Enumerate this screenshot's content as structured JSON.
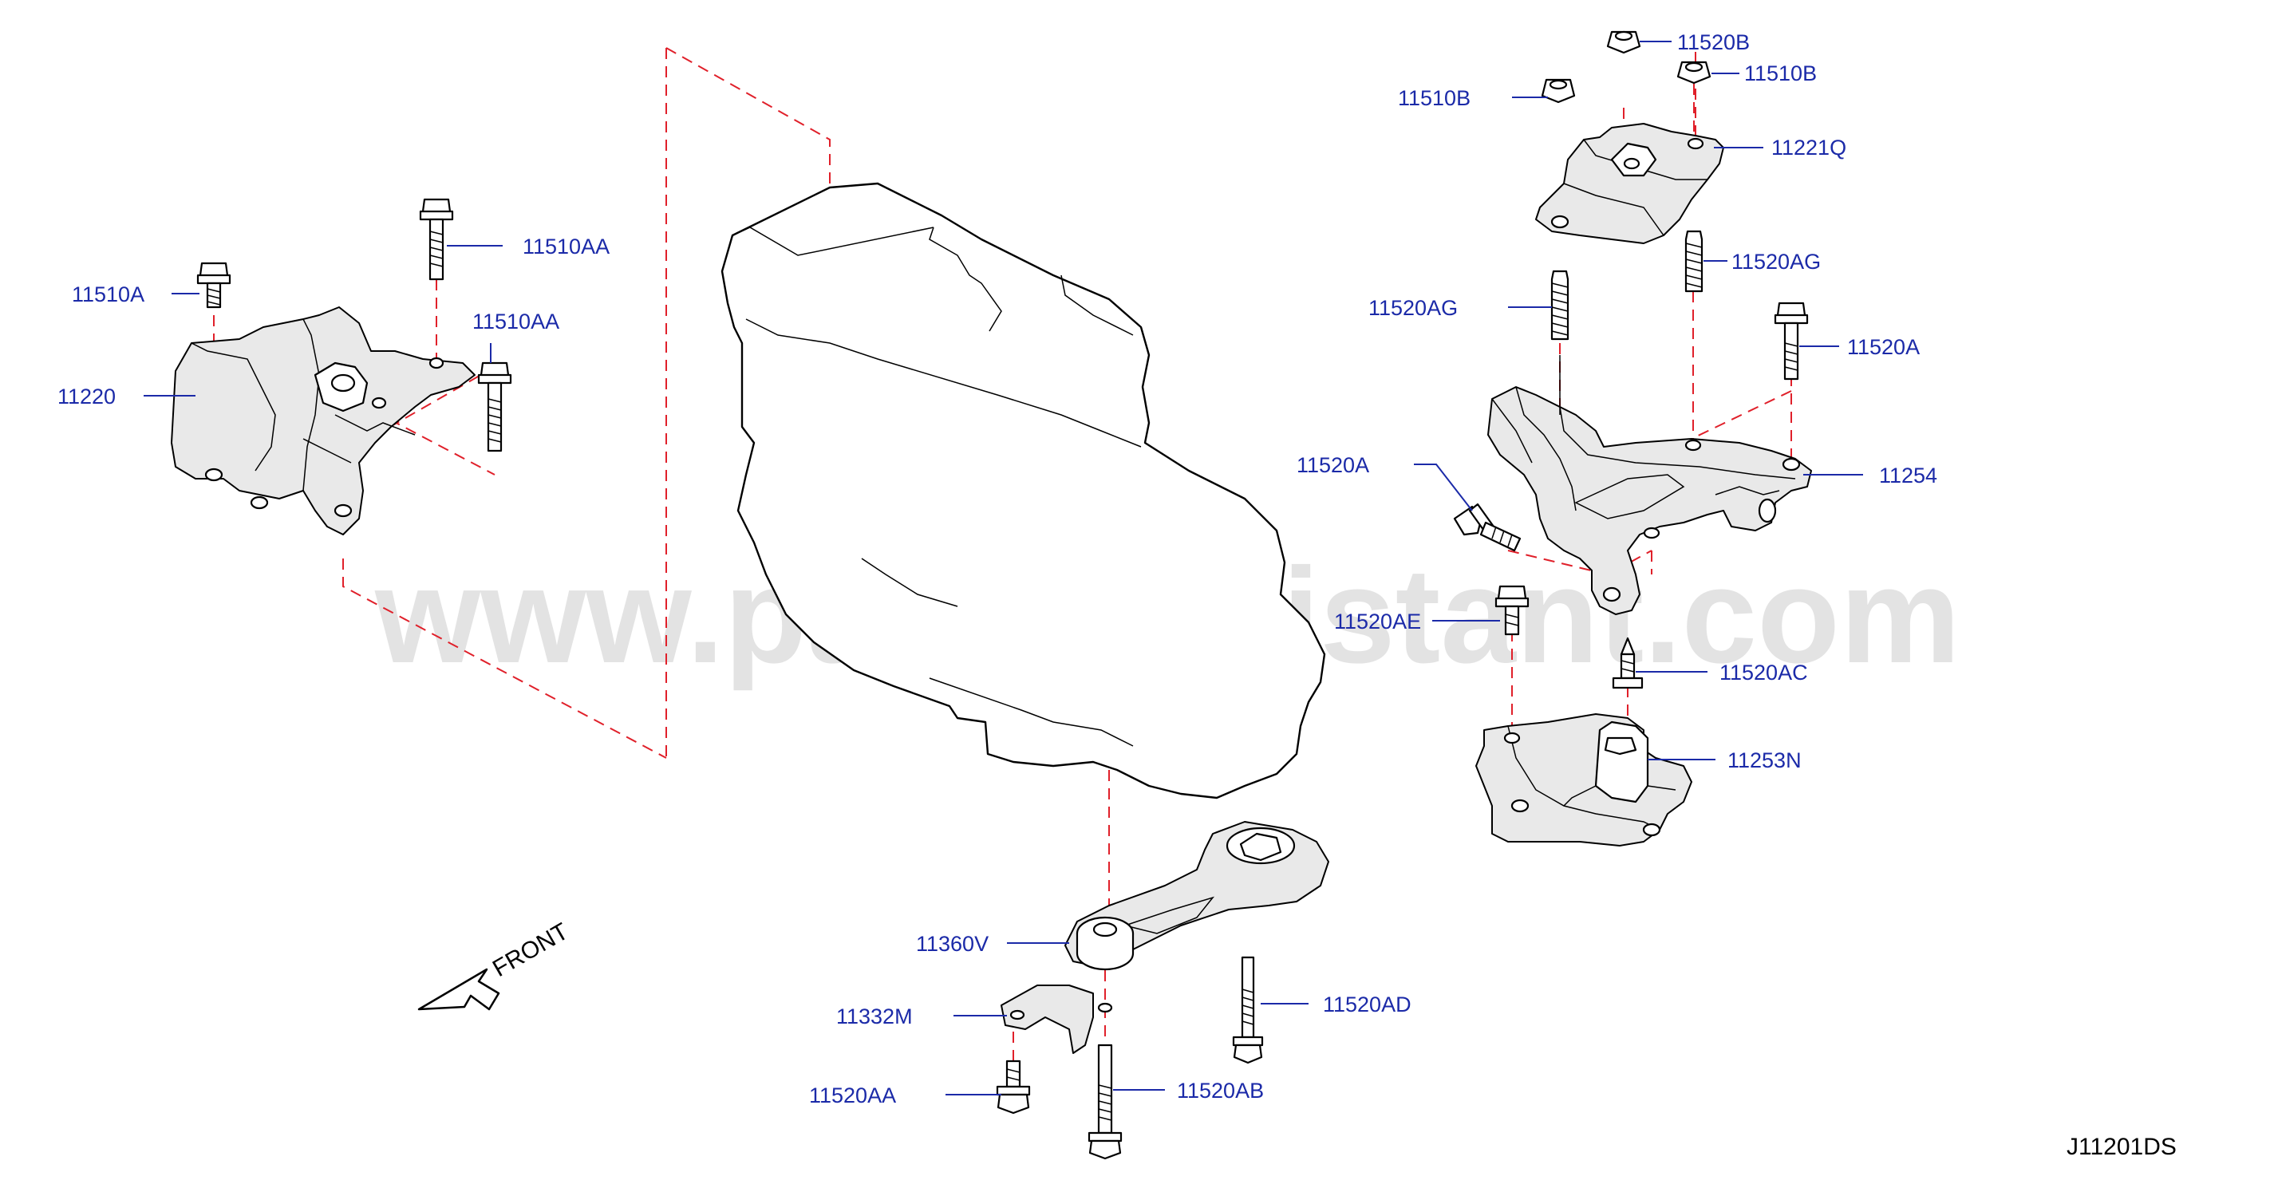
{
  "watermark": "www.partsassistant.com",
  "diagram_code": "J11201DS",
  "front_label": "FRONT",
  "parts": {
    "p11520B": "11520B",
    "p11510B_right": "11510B",
    "p11510B_left": "11510B",
    "p11221Q": "11221Q",
    "p11520AG_right": "11520AG",
    "p11520AG_left": "11520AG",
    "p11520A_right": "11520A",
    "p11520A_left": "11520A",
    "p11254": "11254",
    "p11520AE": "11520AE",
    "p11520AC": "11520AC",
    "p11253N": "11253N",
    "p11510AA_top": "11510AA",
    "p11510AA_mid": "11510AA",
    "p11510A": "11510A",
    "p11220": "11220",
    "p11360V": "11360V",
    "p11332M": "11332M",
    "p11520AD": "11520AD",
    "p11520AA": "11520AA",
    "p11520AB": "11520AB"
  }
}
